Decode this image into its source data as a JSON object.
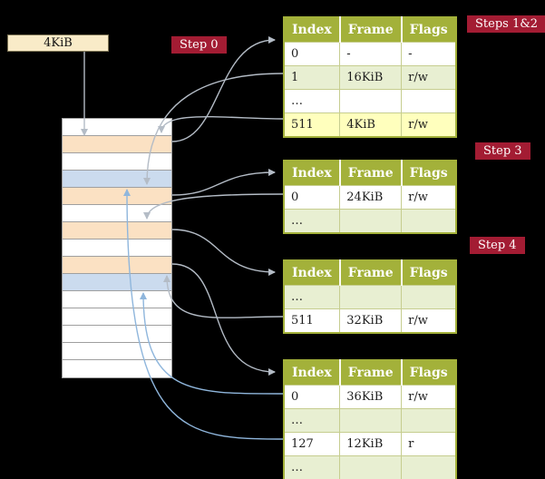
{
  "badges": {
    "step0": "Step 0",
    "steps_1_2": "Steps 1&2",
    "step3": "Step 3",
    "step4": "Step 4"
  },
  "cr3_box": {
    "label": "4KiB"
  },
  "memory_column": {
    "frames": [
      "empty",
      "page-table",
      "empty",
      "page",
      "page-table",
      "empty",
      "page-table",
      "empty",
      "page-table",
      "page",
      "empty",
      "empty",
      "empty",
      "empty",
      "empty"
    ]
  },
  "page_tables": [
    {
      "id": "level4",
      "columns": [
        "Index",
        "Frame",
        "Flags"
      ],
      "rows": [
        {
          "style": "plain",
          "cells": [
            "0",
            "-",
            "-"
          ]
        },
        {
          "style": "alt",
          "cells": [
            "1",
            "16KiB",
            "r/w"
          ]
        },
        {
          "style": "plain",
          "cells": [
            "…",
            "",
            ""
          ]
        },
        {
          "style": "highlight",
          "cells": [
            "511",
            "4KiB",
            "r/w"
          ]
        }
      ]
    },
    {
      "id": "level3",
      "columns": [
        "Index",
        "Frame",
        "Flags"
      ],
      "rows": [
        {
          "style": "plain",
          "cells": [
            "0",
            "24KiB",
            "r/w"
          ]
        },
        {
          "style": "alt",
          "cells": [
            "…",
            "",
            ""
          ]
        }
      ]
    },
    {
      "id": "level2",
      "columns": [
        "Index",
        "Frame",
        "Flags"
      ],
      "rows": [
        {
          "style": "alt",
          "cells": [
            "…",
            "",
            ""
          ]
        },
        {
          "style": "plain",
          "cells": [
            "511",
            "32KiB",
            "r/w"
          ]
        }
      ]
    },
    {
      "id": "level1",
      "columns": [
        "Index",
        "Frame",
        "Flags"
      ],
      "rows": [
        {
          "style": "plain",
          "cells": [
            "0",
            "36KiB",
            "r/w"
          ]
        },
        {
          "style": "alt",
          "cells": [
            "…",
            "",
            ""
          ]
        },
        {
          "style": "plain",
          "cells": [
            "127",
            "12KiB",
            "r"
          ]
        },
        {
          "style": "alt",
          "cells": [
            "…",
            "",
            ""
          ]
        }
      ]
    }
  ],
  "colors": {
    "badge_bg": "#a31c33",
    "table_header_bg": "#a3b13a",
    "table_border": "#a3b13a",
    "cell_border": "#c6cd8f",
    "row_alt": "#e8efd2",
    "row_highlight": "#ffffbd",
    "mem_page_table": "#fbe1c3",
    "mem_page": "#cbdbee",
    "mem_border": "#9f9f9f",
    "cr3_bg": "#f9ebc8",
    "cr3_border": "#7d7455",
    "arrow_gray": "#b4bcc6",
    "arrow_blue": "#8fb6dc",
    "text_dark": "#1d1d1d"
  }
}
